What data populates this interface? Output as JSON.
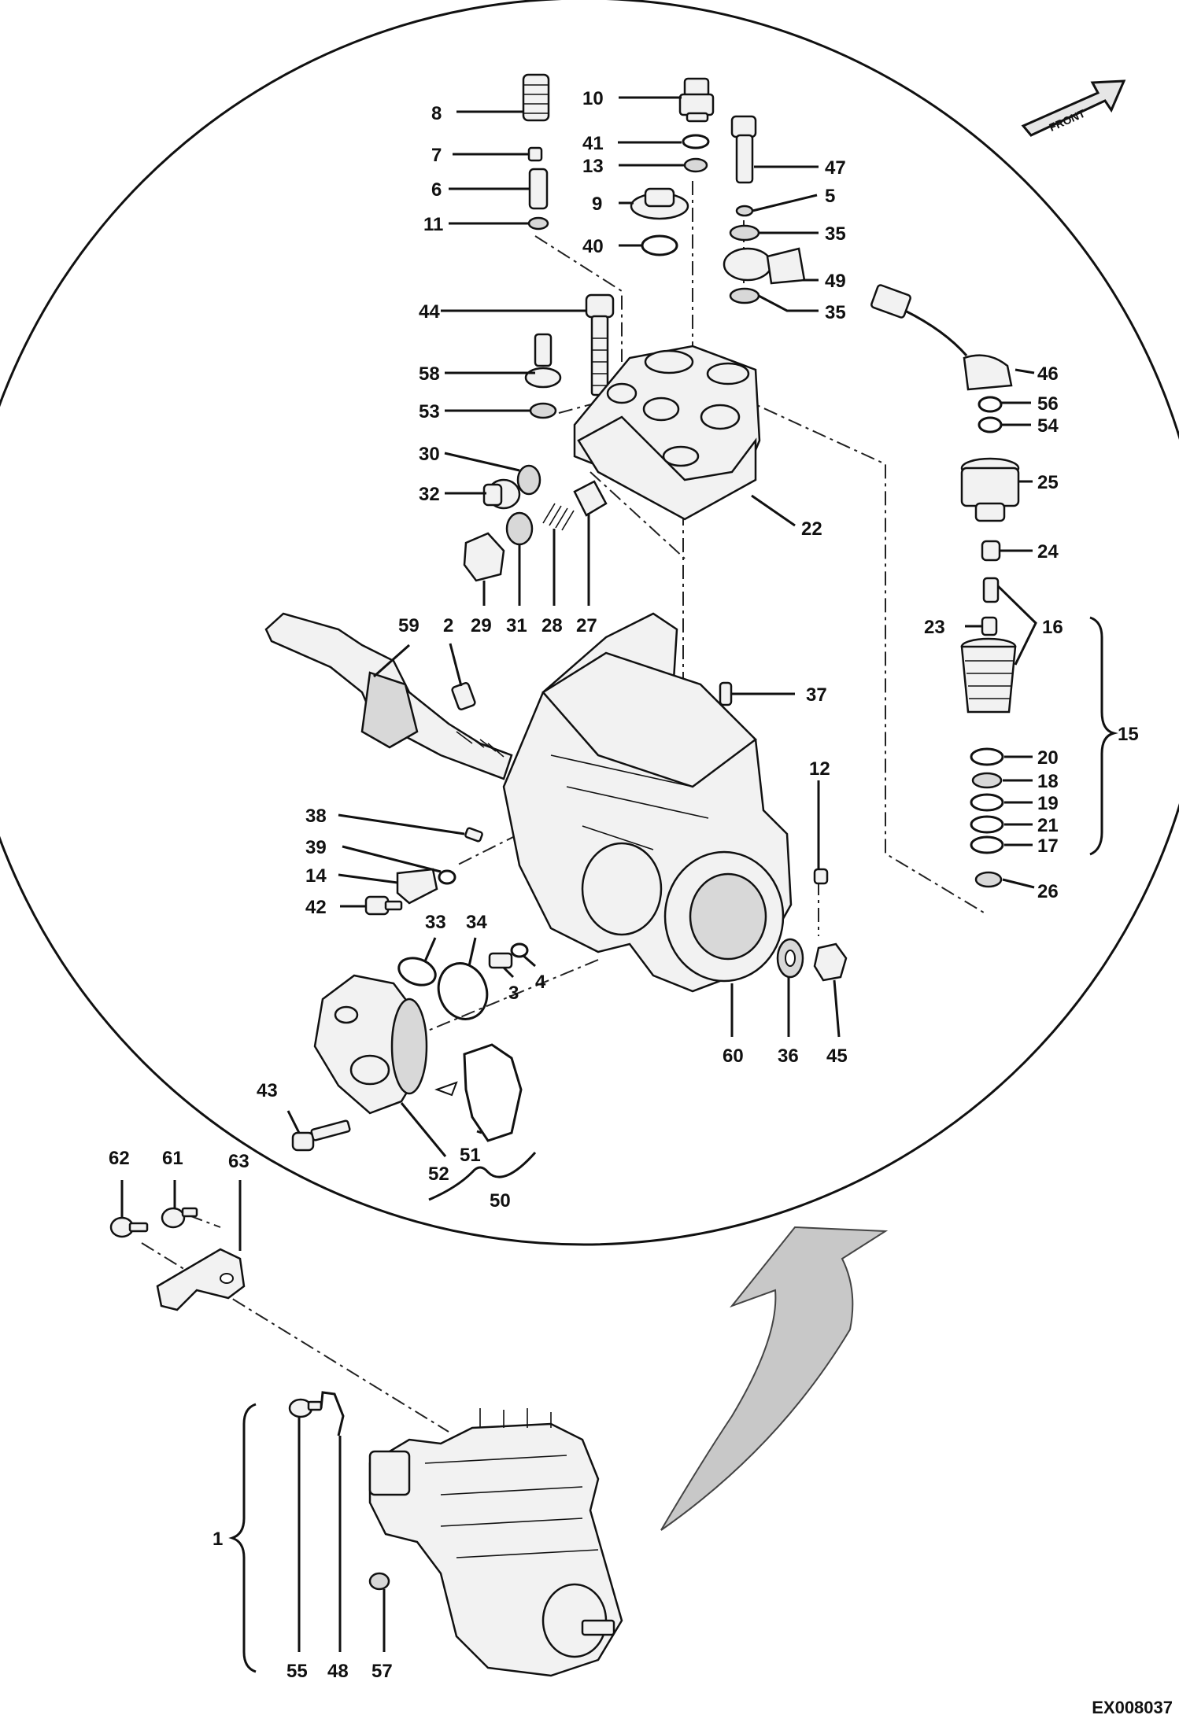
{
  "figure": {
    "reference_code": "EX008037",
    "front_arrow_label": "FRONT"
  },
  "callouts": [
    {
      "label": "8"
    },
    {
      "label": "7"
    },
    {
      "label": "6"
    },
    {
      "label": "11"
    },
    {
      "label": "10"
    },
    {
      "label": "41"
    },
    {
      "label": "13"
    },
    {
      "label": "9"
    },
    {
      "label": "40"
    },
    {
      "label": "47"
    },
    {
      "label": "5"
    },
    {
      "label": "35"
    },
    {
      "label": "49"
    },
    {
      "label": "35"
    },
    {
      "label": "44"
    },
    {
      "label": "58"
    },
    {
      "label": "53"
    },
    {
      "label": "30"
    },
    {
      "label": "32"
    },
    {
      "label": "46"
    },
    {
      "label": "56"
    },
    {
      "label": "54"
    },
    {
      "label": "25"
    },
    {
      "label": "22"
    },
    {
      "label": "24"
    },
    {
      "label": "29"
    },
    {
      "label": "31"
    },
    {
      "label": "28"
    },
    {
      "label": "27"
    },
    {
      "label": "59"
    },
    {
      "label": "2"
    },
    {
      "label": "23"
    },
    {
      "label": "16"
    },
    {
      "label": "37"
    },
    {
      "label": "20"
    },
    {
      "label": "15"
    },
    {
      "label": "18"
    },
    {
      "label": "19"
    },
    {
      "label": "12"
    },
    {
      "label": "38"
    },
    {
      "label": "21"
    },
    {
      "label": "39"
    },
    {
      "label": "17"
    },
    {
      "label": "14"
    },
    {
      "label": "26"
    },
    {
      "label": "42"
    },
    {
      "label": "33"
    },
    {
      "label": "34"
    },
    {
      "label": "3"
    },
    {
      "label": "4"
    },
    {
      "label": "60"
    },
    {
      "label": "36"
    },
    {
      "label": "45"
    },
    {
      "label": "43"
    },
    {
      "label": "51"
    },
    {
      "label": "52"
    },
    {
      "label": "50"
    },
    {
      "label": "62"
    },
    {
      "label": "61"
    },
    {
      "label": "63"
    },
    {
      "label": "1"
    },
    {
      "label": "55"
    },
    {
      "label": "48"
    },
    {
      "label": "57"
    }
  ]
}
